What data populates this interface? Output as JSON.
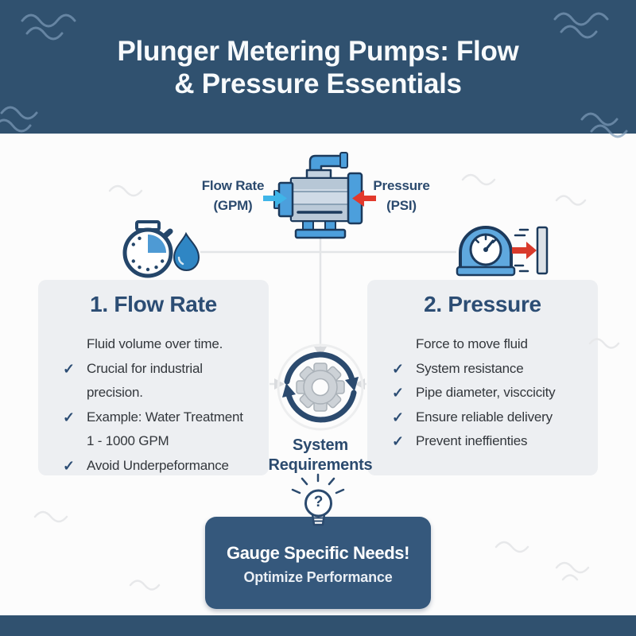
{
  "header": {
    "title_line1": "Plunger Metering Pumps: Flow",
    "title_line2": "& Pressure Essentials"
  },
  "diagram": {
    "flow_label_line1": "Flow Rate",
    "flow_label_line2": "(GPM)",
    "pressure_label_line1": "Pressure",
    "pressure_label_line2": "(PSI)"
  },
  "center": {
    "label": "System Requirements"
  },
  "cards": {
    "flow": {
      "title": "1. Flow Rate",
      "intro": "Fluid volume over time.",
      "items": [
        "Crucial for industrial precision.",
        "Example: Water Treatment\n1 - 1000 GPM",
        "Avoid Underpeformance"
      ]
    },
    "pressure": {
      "title": "2. Pressure",
      "intro": "Force to move fluid",
      "items": [
        "System resistance",
        "Pipe diameter, visccicity",
        "Ensure reliable delivery",
        "Prevent ineffienties"
      ]
    }
  },
  "cta": {
    "title": "Gauge Specific Needs!",
    "subtitle": "Optimize Performance"
  },
  "glyphs": {
    "check": "✓",
    "question": "?"
  },
  "icons": [
    "stopwatch-icon",
    "droplet-icon",
    "pump-icon",
    "gauge-icon",
    "gear-cycle-icon",
    "lightbulb-icon",
    "flow-arrow-icon",
    "pressure-arrow-icon"
  ],
  "colors": {
    "header_bg": "#30516F",
    "cta_bg": "#35587C",
    "card_bg": "#EDEFF2",
    "navy_text": "#2B4A6E",
    "body_text": "#33373C",
    "flow_arrow": "#3FB5E8",
    "pressure_arrow": "#E2392C",
    "pump_blue": "#4C9FDC"
  }
}
